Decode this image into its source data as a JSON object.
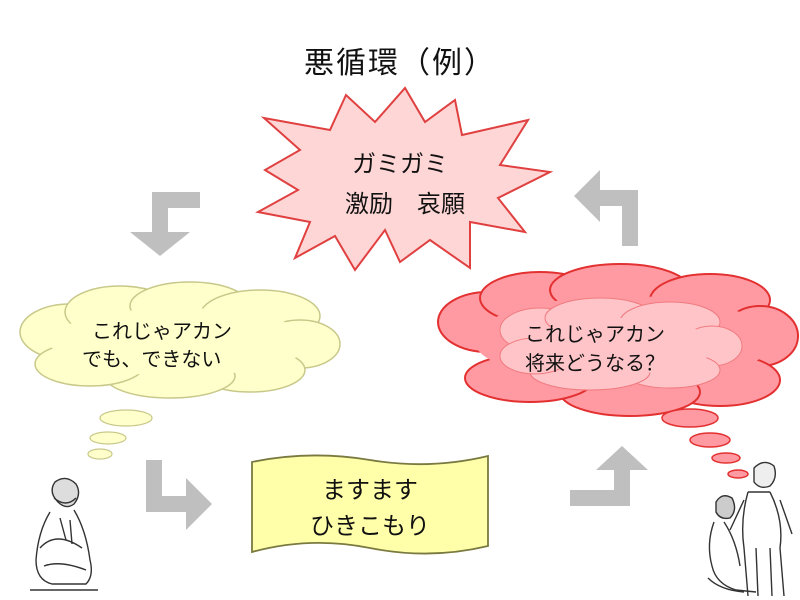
{
  "title": "悪循環（例）",
  "nodes": {
    "burst": {
      "line1": "ガミガミ",
      "line2": "激励　哀願"
    },
    "child_thought": {
      "line1": "これじゃアカン",
      "line2": "でも、できない"
    },
    "result": {
      "line1": "ますます",
      "line2": "ひきこもり"
    },
    "parent_thought": {
      "line1": "これじゃアカン",
      "line2": "将来どうなる？"
    }
  },
  "colors": {
    "burst_fill": "#ffd6d6",
    "burst_stroke": "#e04040",
    "child_cloud_fill": "#ffffcc",
    "child_cloud_stroke": "#c8c88a",
    "parent_cloud_fill": "#ff9aa2",
    "parent_cloud_stroke": "#e33030",
    "result_fill": "#ffffaa",
    "result_stroke": "#7a7a40",
    "arrow": "#bfbfbf"
  },
  "illustrations": [
    "sitting-child-figure",
    "parents-figure"
  ]
}
